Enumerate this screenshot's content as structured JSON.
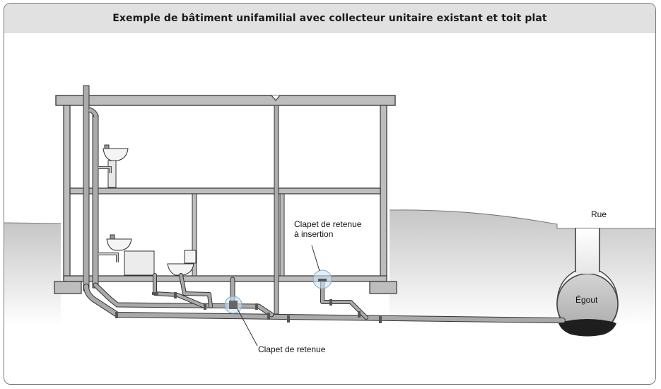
{
  "title": "Exemple de bâtiment unifamilial avec collecteur unitaire existant et toit plat",
  "labels": {
    "street": "Rue",
    "sewer": "Égout",
    "insert_valve_line1": "Clapet de retenue",
    "insert_valve_line2": "à insertion",
    "check_valve": "Clapet de retenue"
  },
  "colors": {
    "ground": "#c9c9c9",
    "structure": "#b9b9b9",
    "outline": "#3a3a3a",
    "pipe": "#9a9a9a",
    "highlight": "#cfe3f3",
    "title_bar": "#e1e1e1"
  }
}
